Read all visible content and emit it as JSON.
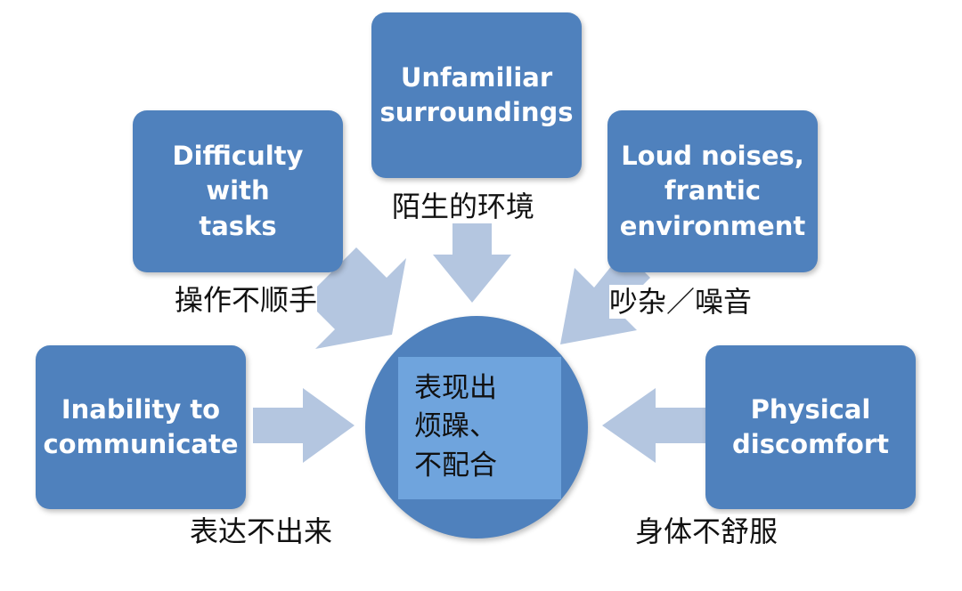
{
  "center": {
    "text": "表现出\n烦躁、\n不配合"
  },
  "causes": [
    {
      "en": "Unfamiliar\nsurroundings",
      "zh": "陌生的环境"
    },
    {
      "en": "Difficulty with\ntasks",
      "zh": "操作不顺手"
    },
    {
      "en": "Loud noises,\nfrantic\nenvironment",
      "zh": "吵杂／噪音"
    },
    {
      "en": "Inability to\ncommunicate",
      "zh": "表达不出来"
    },
    {
      "en": "Physical\ndiscomfort",
      "zh": "身体不舒服"
    }
  ],
  "colors": {
    "box": "#4f81bd",
    "arrow": "#b4c6e0",
    "center_highlight": "#6fa4dd"
  }
}
